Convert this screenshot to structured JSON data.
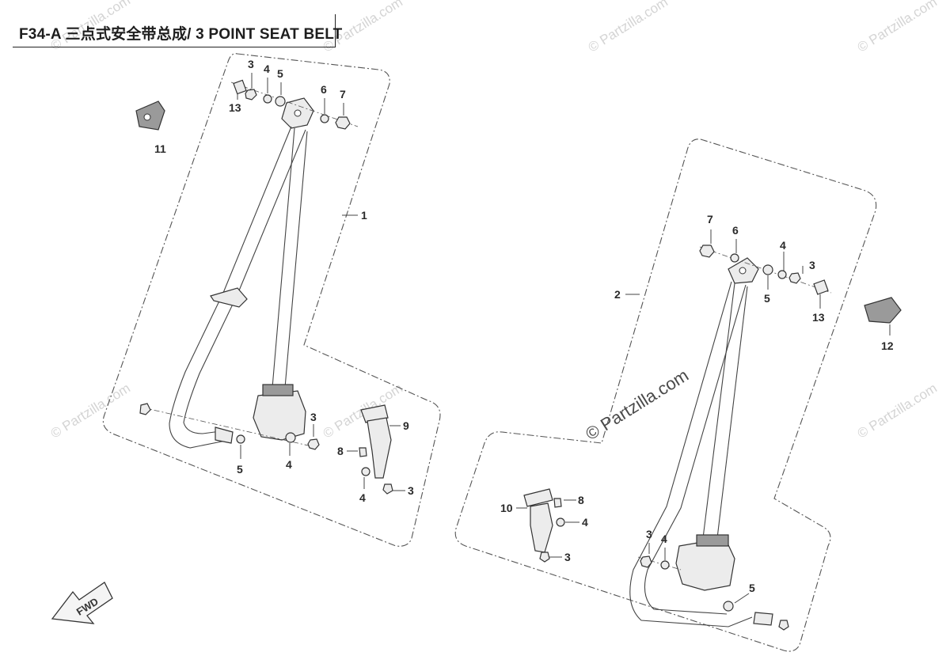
{
  "title": "F34-A 三点式安全带总成/ 3 POINT SEAT BELT",
  "watermarks": {
    "small": "© Partzilla.com",
    "center": "© Partzilla.com"
  },
  "fwd_label": "FWD",
  "callouts": {
    "left_assembly": {
      "belt": "1",
      "nut_top": "3",
      "washer4_top": "4",
      "washer5_top": "5",
      "washer6_top": "6",
      "bolt7_top": "7",
      "spacer13_top": "13",
      "cover11": "11",
      "washer5_low": "5",
      "washer4_low": "4",
      "nut3_low": "3",
      "bolt8": "8",
      "buckle9": "9",
      "washer4_buckle": "4",
      "nut3_buckle": "3"
    },
    "right_assembly": {
      "belt": "2",
      "bolt7_top": "7",
      "washer6_top": "6",
      "washer4_top": "4",
      "nut3_top": "3",
      "washer5_top": "5",
      "spacer13_top": "13",
      "cover12": "12",
      "buckle10": "10",
      "bolt8": "8",
      "washer4_buckle": "4",
      "nut3_buckle": "3",
      "nut3_low": "3",
      "washer4_low": "4",
      "washer5_low": "5"
    }
  }
}
